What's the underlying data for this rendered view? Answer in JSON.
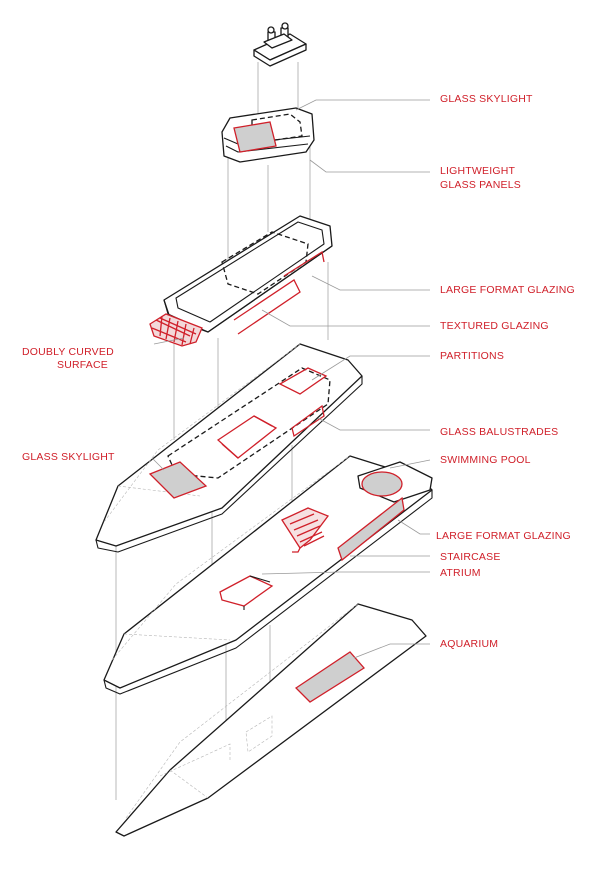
{
  "labels": {
    "glass_skylight_top": "GLASS SKYLIGHT",
    "lightweight_glass_1": "LIGHTWEIGHT",
    "lightweight_glass_2": "GLASS PANELS",
    "large_format_glazing_1": "LARGE FORMAT GLAZING",
    "textured_glazing": "TEXTURED GLAZING",
    "doubly_curved_1": "DOUBLY CURVED",
    "doubly_curved_2": "SURFACE",
    "partitions": "PARTITIONS",
    "glass_balustrades": "GLASS BALUSTRADES",
    "glass_skylight_left": "GLASS SKYLIGHT",
    "swimming_pool": "SWIMMING POOL",
    "large_format_glazing_2": "LARGE FORMAT GLAZING",
    "staircase": "STAIRCASE",
    "atrium": "ATRIUM",
    "aquarium": "AQUARIUM"
  },
  "colors": {
    "accent_red": "#d0202a",
    "outline": "#1a1a1a",
    "glass_fill": "#cfcfcf",
    "background": "#ffffff"
  }
}
